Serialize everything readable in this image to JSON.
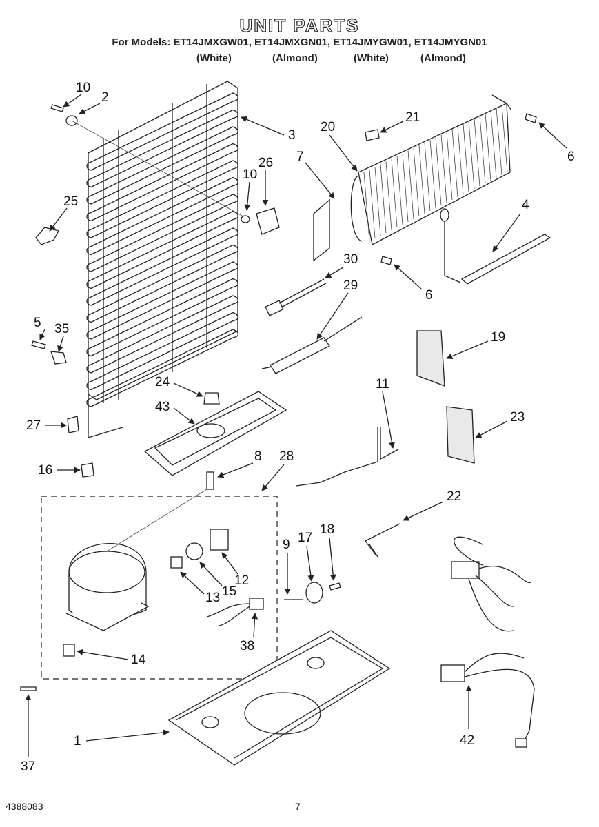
{
  "title": "UNIT PARTS",
  "models_line": "For Models: ET14JMXGW01, ET14JMXGN01, ET14JMYGW01, ET14JMYGN01",
  "color_labels": [
    "(White)",
    "(Almond)",
    "(White)",
    "(Almond)"
  ],
  "callouts": {
    "p1": "1",
    "p2": "2",
    "p3": "3",
    "p4": "4",
    "p5": "5",
    "p6a": "6",
    "p6b": "6",
    "p7": "7",
    "p8": "8",
    "p9": "9",
    "p10a": "10",
    "p10b": "10",
    "p11": "11",
    "p12": "12",
    "p13": "13",
    "p14": "14",
    "p15": "15",
    "p16": "16",
    "p17": "17",
    "p18": "18",
    "p19": "19",
    "p20": "20",
    "p21": "21",
    "p22": "22",
    "p23": "23",
    "p24": "24",
    "p25": "25",
    "p26": "26",
    "p27": "27",
    "p28": "28",
    "p29": "29",
    "p30": "30",
    "p35": "35",
    "p37": "37",
    "p38": "38",
    "p42": "42",
    "p43": "43"
  },
  "footer": {
    "code": "4388083",
    "page": "7"
  }
}
